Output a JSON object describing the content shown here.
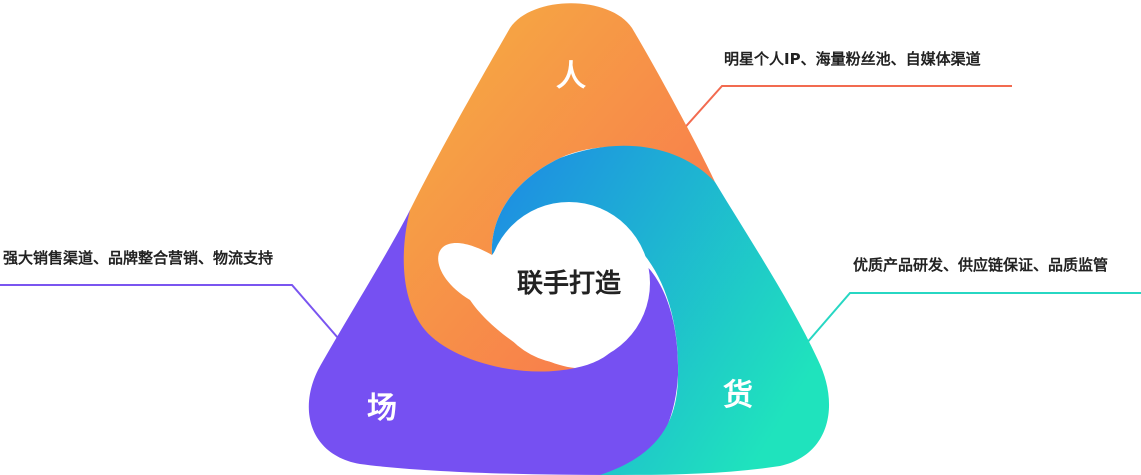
{
  "diagram": {
    "center": {
      "label": "联手打造"
    },
    "segments": [
      {
        "id": "people",
        "label": "人",
        "description": "明星个人IP、海量粉丝池、自媒体渠道"
      },
      {
        "id": "goods",
        "label": "货",
        "description": "优质产品研发、供应链保证、品质监管"
      },
      {
        "id": "place",
        "label": "场",
        "description": "强大销售渠道、品牌整合营销、物流支持"
      }
    ]
  },
  "colors": {
    "people_gradient": [
      "#F5B041",
      "#F9704F"
    ],
    "goods_gradient": [
      "#1E88E5",
      "#1FE3BD"
    ],
    "place": "#7650F2",
    "people_leader": "#F26B50",
    "goods_leader": "#27D7C3",
    "place_leader": "#7A55F0",
    "center_fill": "#FFFFFF",
    "text": "#222222"
  }
}
